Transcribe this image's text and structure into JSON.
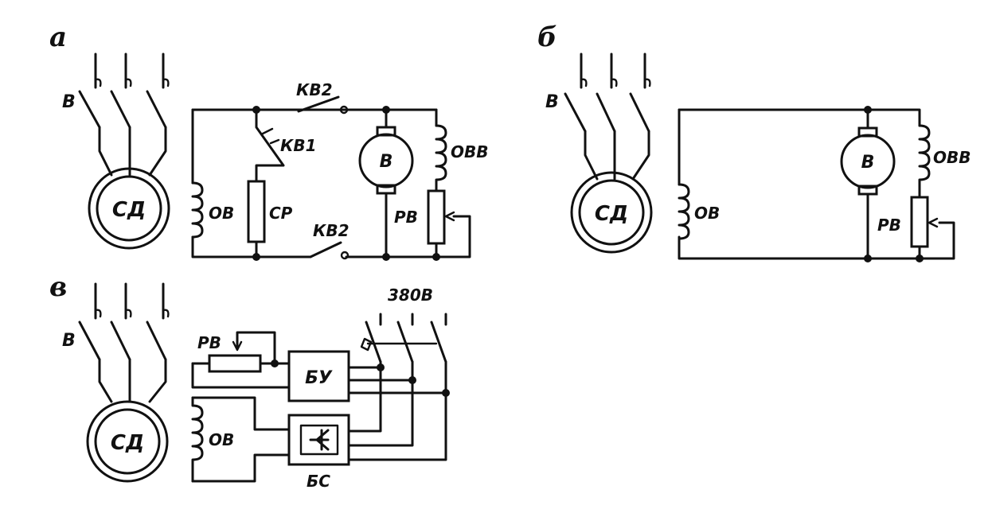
{
  "panels": {
    "a": {
      "letter": "а",
      "switch": "В",
      "motor": "СД",
      "field_winding": "ОВ",
      "resistor": "СР",
      "contact_top": "КВ2",
      "contact_bottom": "КВ2",
      "contact_kv1": "КВ1",
      "exciter": "В",
      "exciter_field": "ОВВ",
      "rheostat": "РВ"
    },
    "b": {
      "letter": "б",
      "switch": "В",
      "motor": "СД",
      "field_winding": "ОВ",
      "exciter": "В",
      "exciter_field": "ОВВ",
      "rheostat": "РВ"
    },
    "c": {
      "letter": "в",
      "switch": "В",
      "motor": "СД",
      "field_winding": "ОВ",
      "rheostat": "РВ",
      "control_block": "БУ",
      "rectifier_block": "БС",
      "supply": "380В"
    }
  }
}
